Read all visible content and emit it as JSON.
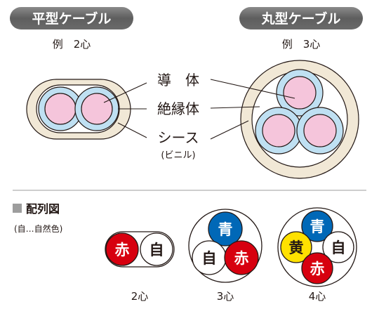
{
  "flat": {
    "title": "平型ケーブル",
    "example": "例　2心"
  },
  "round": {
    "title": "丸型ケーブル",
    "example": "例　3心"
  },
  "parts": {
    "conductor": "導　体",
    "insulation": "絶縁体",
    "sheath": "シース",
    "sheath_note": "(ビニル)"
  },
  "wiring": {
    "heading": "配列図",
    "note": "(自…自然色)",
    "two_core": {
      "caption": "2心",
      "cores": [
        "赤",
        "自"
      ]
    },
    "three_core": {
      "caption": "3心",
      "cores": [
        "青",
        "自",
        "赤"
      ]
    },
    "four_core": {
      "caption": "4心",
      "cores": [
        "青",
        "黄",
        "自",
        "赤"
      ]
    }
  },
  "colors": {
    "pill": "#6f6f6f",
    "sheath": "#f1e8d6",
    "insulation": "#bfe0f2",
    "conductor": "#f5c5db",
    "red": "#d7000f",
    "blue": "#0068b7",
    "yellow": "#ffe100",
    "divider": "#9d9d9d"
  }
}
